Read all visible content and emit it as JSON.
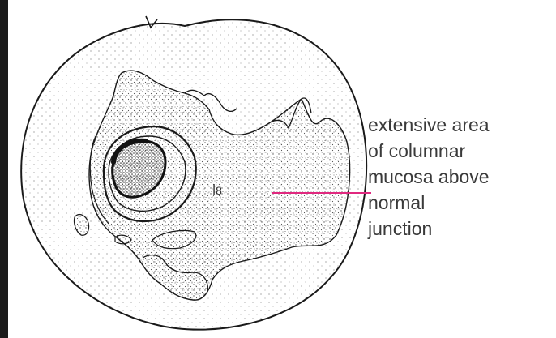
{
  "annotation": {
    "lines": [
      "extensive area",
      "of columnar",
      "mucosa above",
      "normal",
      "junction"
    ]
  },
  "colors": {
    "leader_line": "#e0287f",
    "outline": "#1a1a1a",
    "stipple": "#555555",
    "label_text": "#3a3a3a",
    "frame_edge": "#1b1b1b"
  }
}
